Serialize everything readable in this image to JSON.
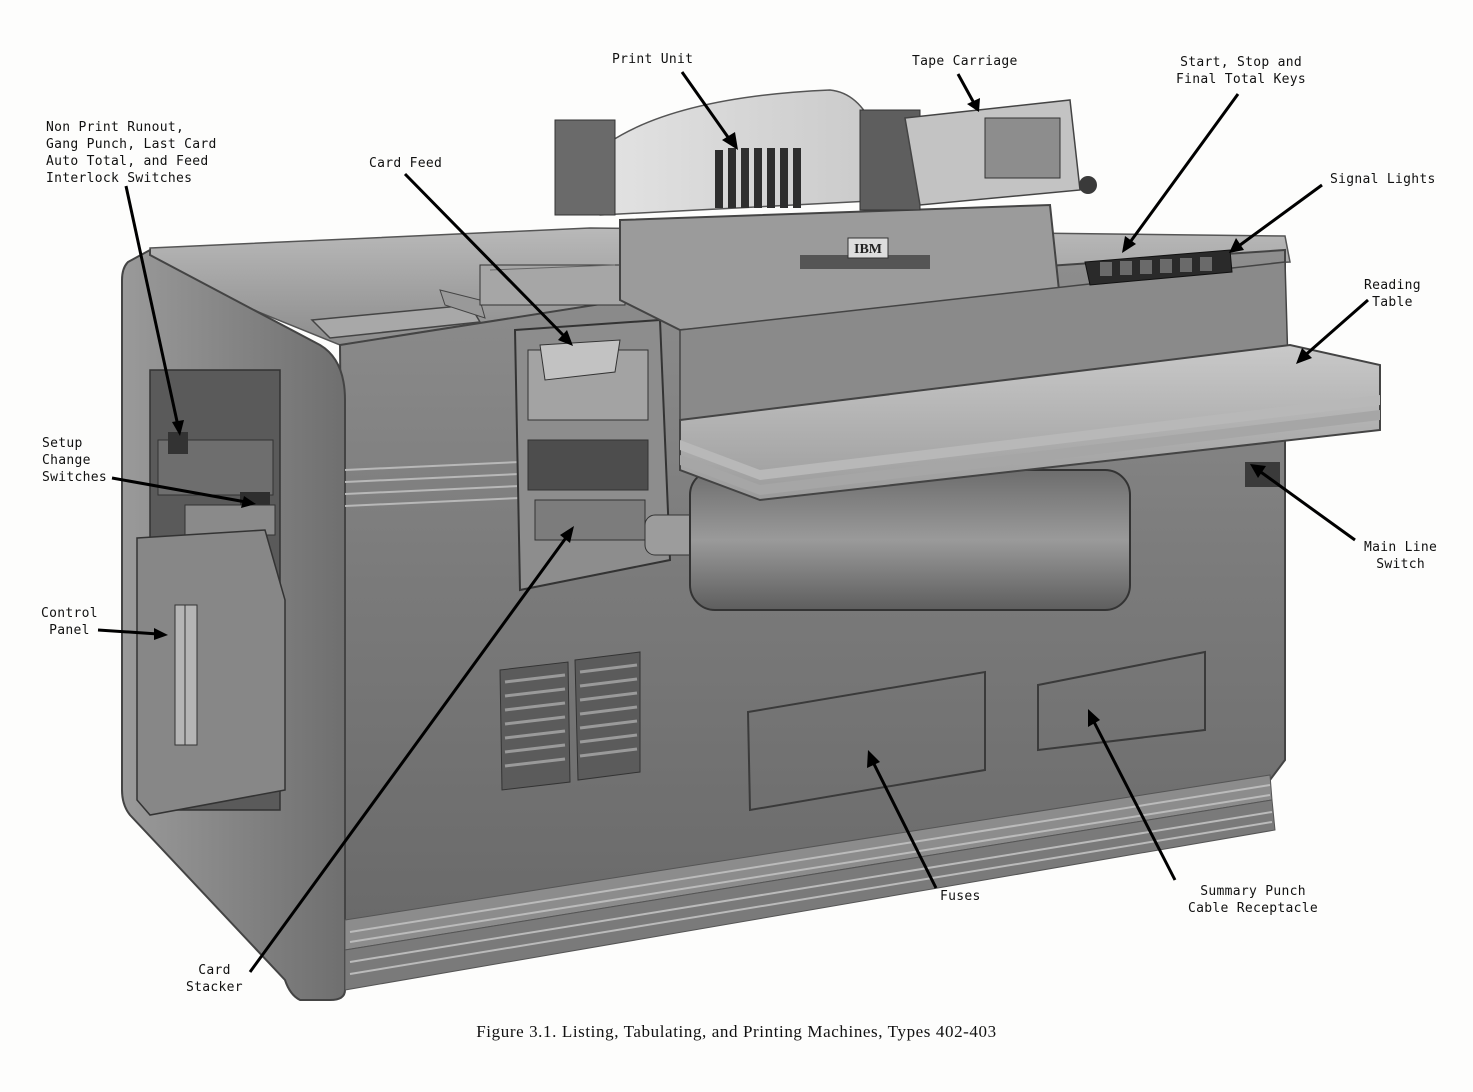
{
  "labels": {
    "print_unit": "Print Unit",
    "tape_carriage": "Tape Carriage",
    "start_stop_keys": "Start, Stop and\nFinal Total Keys",
    "signal_lights": "Signal Lights",
    "reading_table": "Reading\nTable",
    "main_line_switch": "Main Line\nSwitch",
    "summary_punch": "Summary Punch\nCable Receptacle",
    "fuses": "Fuses",
    "card_stacker": "Card\nStacker",
    "control_panel": "Control\nPanel",
    "setup_change": "Setup\nChange\nSwitches",
    "non_print": "Non Print Runout,\nGang Punch, Last Card\nAuto Total, and Feed\nInterlock Switches",
    "card_feed": "Card Feed"
  },
  "nameplate": "IBM",
  "caption": "Figure 3.1. Listing, Tabulating, and Printing Machines, Types 402-403"
}
